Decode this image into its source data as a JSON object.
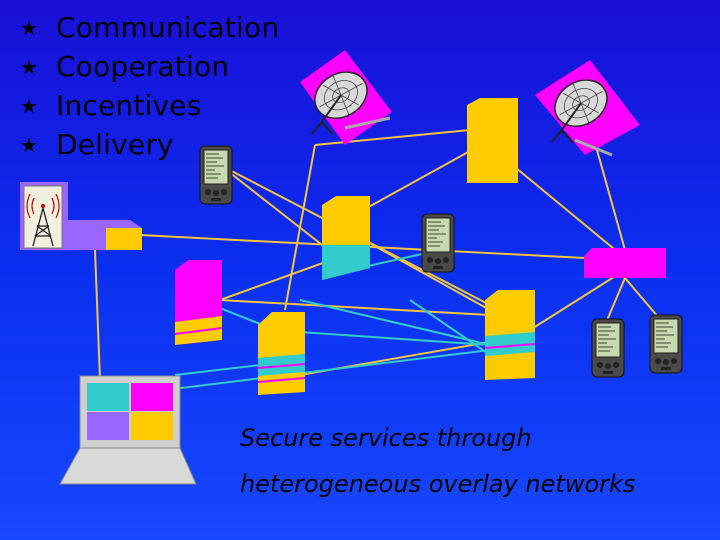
{
  "bullets": [
    "Communication",
    "Cooperation",
    "Incentives",
    "Delivery"
  ],
  "bullet_icon": "star-bullet-icon",
  "caption": {
    "line1": "Secure services through",
    "line2": "heterogeneous overlay networks"
  },
  "colors": {
    "background": "#0a2ff0",
    "magenta": "#ff00ff",
    "yellow": "#ffcc00",
    "cyan": "#33cccc",
    "purple": "#9966ff",
    "link_yellow": "#f5c542",
    "link_cyan": "#33cccc"
  },
  "icons": [
    "satellite-dish-icon",
    "radio-tower-icon",
    "pda-icon",
    "server-icon",
    "router-icon",
    "laptop-icon"
  ]
}
